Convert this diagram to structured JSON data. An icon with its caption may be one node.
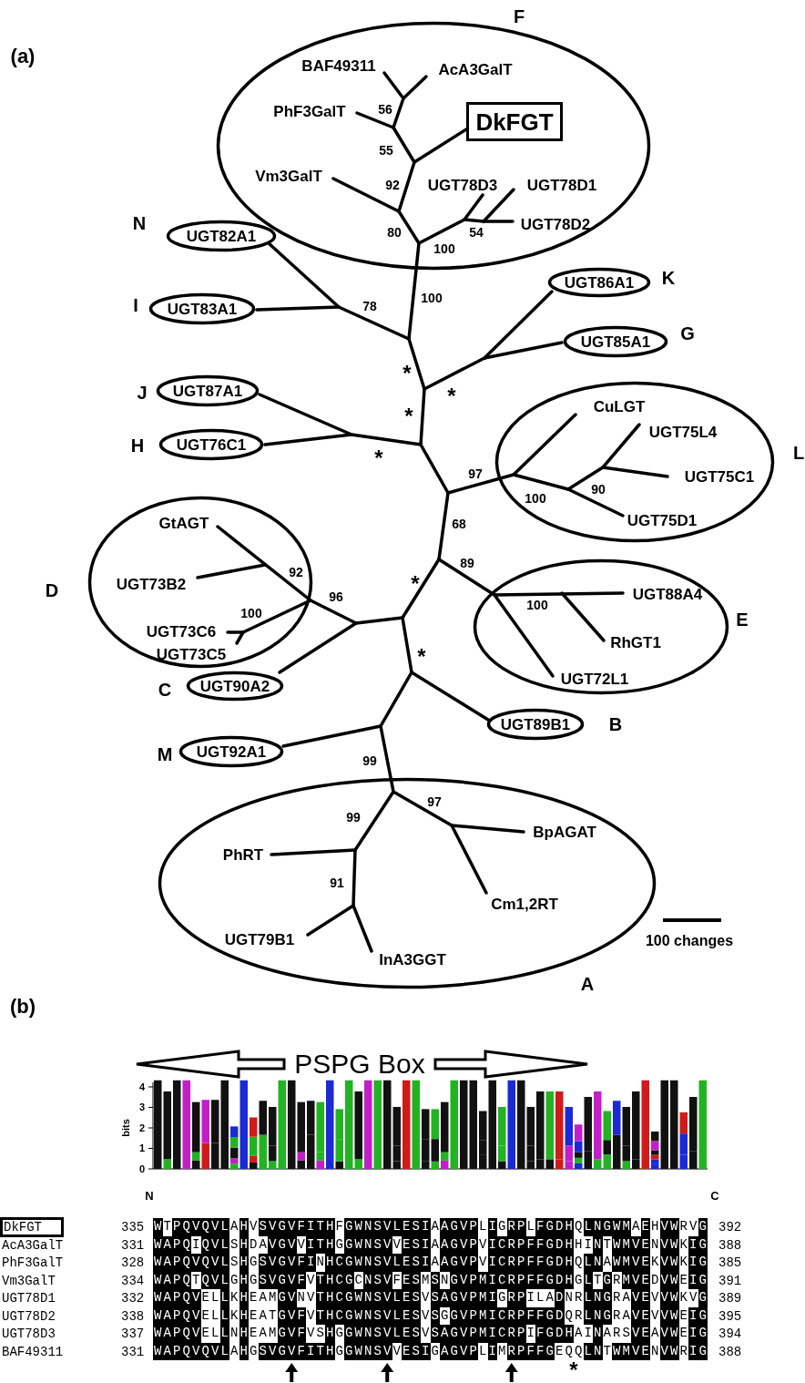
{
  "diagram": {
    "nodes": [
      {
        "text": [],
        "shape": "ellipse",
        "beside": [
          "F"
        ]
      },
      {
        "text": [
          "BAF49311"
        ],
        "in": 0
      },
      {
        "text": [
          "AcA3GalT"
        ],
        "in": 0
      },
      {
        "text": [
          "PhF3GalT"
        ],
        "in": 0
      },
      {
        "text": [
          "DkFGT"
        ],
        "in": 0
      },
      {
        "text": [
          "Vm3GalT"
        ],
        "in": 0
      },
      {
        "text": [
          "UGT78D3"
        ],
        "in": 0
      },
      {
        "text": [
          "UGT78D1"
        ],
        "in": 0
      },
      {
        "text": [
          "UGT78D2"
        ],
        "in": 0
      },
      {
        "text": [
          "UGT82A1"
        ],
        "beside": [
          "N"
        ]
      },
      {
        "text": [
          "UGT83A1"
        ],
        "beside": [
          "I"
        ]
      },
      {
        "text": [
          "UGT86A1"
        ],
        "beside": [
          "K"
        ]
      },
      {
        "text": [
          "UGT85A1"
        ],
        "beside": [
          "G"
        ]
      },
      {
        "text": [
          "UGT87A1"
        ],
        "beside": [
          "J"
        ]
      },
      {
        "text": [
          "UGT76C1"
        ],
        "beside": [
          "H"
        ]
      },
      {
        "text": [],
        "shape": "ellipse",
        "beside": [
          "L"
        ]
      },
      {
        "text": [
          "CuLGT"
        ],
        "in": 15
      },
      {
        "text": [
          "UGT75L4"
        ],
        "in": 15
      },
      {
        "text": [
          "UGT75C1"
        ],
        "in": 15
      },
      {
        "text": [
          "UGT75D1"
        ],
        "in": 15
      },
      {
        "text": [],
        "shape": "ellipse",
        "beside": [
          "D"
        ]
      },
      {
        "text": [
          "GtAGT"
        ],
        "in": 20
      },
      {
        "text": [
          "UGT73B2"
        ],
        "in": 20
      },
      {
        "text": [
          "UGT73C6"
        ],
        "in": 20
      },
      {
        "text": [
          "UGT73C5"
        ],
        "in": 20
      },
      {
        "text": [],
        "shape": "ellipse",
        "beside": [
          "E"
        ]
      },
      {
        "text": [
          "UGT88A4"
        ],
        "in": 25
      },
      {
        "text": [
          "RhGT1"
        ],
        "in": 25
      },
      {
        "text": [
          "UGT72L1"
        ],
        "in": 25
      },
      {
        "text": [
          "UGT90A2"
        ],
        "beside": [
          "C"
        ]
      },
      {
        "text": [
          "UGT89B1"
        ],
        "beside": [
          "B"
        ]
      },
      {
        "text": [
          "UGT92A1"
        ],
        "beside": [
          "M"
        ]
      },
      {
        "text": [],
        "shape": "ellipse",
        "beside": [
          "A"
        ]
      },
      {
        "text": [
          "BpAGAT"
        ],
        "in": 32
      },
      {
        "text": [
          "PhRT"
        ],
        "in": 32
      },
      {
        "text": [
          "Cm1,2RT"
        ],
        "in": 32
      },
      {
        "text": [
          "UGT79B1"
        ],
        "in": 32
      },
      {
        "text": [
          "InA3GGT"
        ],
        "in": 32
      },
      {
        "text": [
          "DkFGT"
        ]
      }
    ],
    "labels": [
      "(a)",
      "56",
      "55",
      "92",
      "80",
      "54",
      "100",
      "100",
      "78",
      "*",
      "*",
      "*",
      "*",
      "97",
      "90",
      "100",
      "68",
      "89",
      "92",
      "*",
      "96",
      "100",
      "100",
      "*",
      "99",
      "97",
      "99",
      "91",
      "100 changes",
      "(b)",
      "PSPG Box",
      "4",
      "3",
      "2",
      "1",
      "0",
      "bits",
      "N",
      "C",
      "335",
      "WTPQVQVLAHVSVGVFITHFGWNSVLESIAAGVPLIGRPLFGDHQLNGWMAEHVWRVG",
      "392",
      "AcA3GalT",
      "331",
      "WAPQIQVLSHDAVGVVITHGGWNSVVESIAAGVPVICRPFFGDHHINTWMVENVWKIG",
      "388",
      "PhF3GalT",
      "328",
      "WAPQVQVLSHGSVGVFINHCGWNSVLESIAAGVPVICRPFFGDHQLNAWMVEKVWKIG",
      "385",
      "Vm3GalT",
      "334",
      "WAPQTQVLGHGSVGVFVTHCGCNSVFESMSNGVPMICRPFFGDHGLTGRMVEDVWEIG",
      "391",
      "UGT78D1",
      "332",
      "WAPQVELLKHEAMGVNVTHCGWNSVLESVSAGVPMIGRPILADNRLNGRAVEVVWKVG",
      "389",
      "UGT78D2",
      "338",
      "WAPQVELLKHEATGVFVTHCGWNSVLESVSGGVPMICRPFFGDQRLNGRAVEVVWEIG",
      "395",
      "UGT78D3",
      "337",
      "WAPQVELLNHEAMGVFVSHGGWNSVLESVSAGVPMICRPIFGDHAINARSVEAVWEIG",
      "394",
      "BAF49311",
      "331",
      "WAPQVQVLAHGSVGVFITHGGWNSVVESIGAGVPLIMRPFFGEQQLNTWMVENVWRIG",
      "388",
      "*"
    ]
  }
}
